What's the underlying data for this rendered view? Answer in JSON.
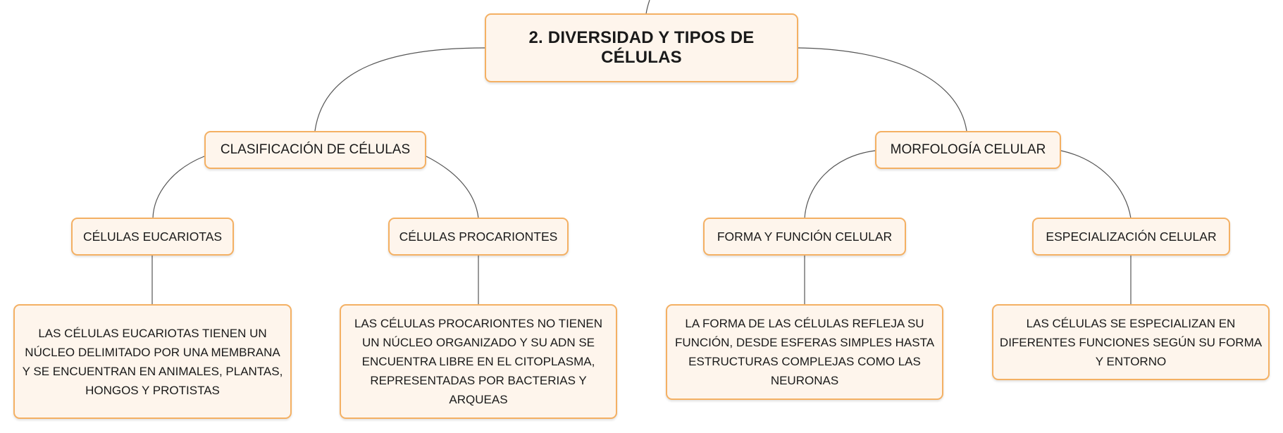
{
  "diagram": {
    "root": {
      "label": "2. DIVERSIDAD Y TIPOS DE CÉLULAS"
    },
    "branches": [
      {
        "label": "CLASIFICACIÓN DE CÉLULAS",
        "children": [
          {
            "label": "CÉLULAS EUCARIOTAS",
            "detail": "LAS CÉLULAS EUCARIOTAS TIENEN UN NÚCLEO DELIMITADO POR UNA MEMBRANA Y SE ENCUENTRAN EN ANIMALES, PLANTAS, HONGOS Y PROTISTAS"
          },
          {
            "label": "CÉLULAS PROCARIONTES",
            "detail": "LAS CÉLULAS PROCARIONTES NO TIENEN UN NÚCLEO ORGANIZADO Y SU ADN SE ENCUENTRA LIBRE EN EL CITOPLASMA, REPRESENTADAS POR BACTERIAS Y ARQUEAS"
          }
        ]
      },
      {
        "label": "MORFOLOGÍA CELULAR",
        "children": [
          {
            "label": "FORMA Y FUNCIÓN CELULAR",
            "detail": "LA FORMA DE LAS CÉLULAS REFLEJA SU FUNCIÓN, DESDE ESFERAS SIMPLES HASTA ESTRUCTURAS COMPLEJAS COMO LAS NEURONAS"
          },
          {
            "label": "ESPECIALIZACIÓN CELULAR",
            "detail": "LAS CÉLULAS SE ESPECIALIZAN EN DIFERENTES FUNCIONES SEGÚN SU FORMA Y ENTORNO"
          }
        ]
      }
    ]
  },
  "colors": {
    "node_fill": "#fef5ec",
    "node_border": "#f4b063",
    "connector": "#555555"
  }
}
